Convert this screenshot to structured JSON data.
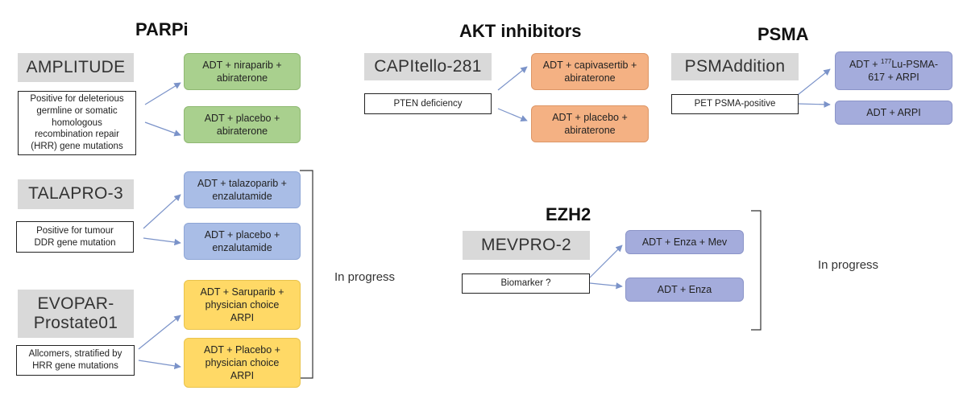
{
  "headings": {
    "parpi": "PARPi",
    "akt": "AKT inhibitors",
    "psma": "PSMA",
    "ezh2": "EZH2"
  },
  "parpi": {
    "amplitude": {
      "trial": "AMPLITUDE",
      "criteria": "Positive for deleterious\ngermline or somatic\nhomologous\nrecombination repair\n(HRR) gene mutations",
      "arm1": "ADT + niraparib +\nabiraterone",
      "arm2": "ADT + placebo +\nabiraterone"
    },
    "talapro": {
      "trial": "TALAPRO-3",
      "criteria": "Positive for tumour\nDDR gene mutation",
      "arm1": "ADT + talazoparib +\nenzalutamide",
      "arm2": "ADT + placebo +\nenzalutamide"
    },
    "evopar": {
      "trial": "EVOPAR-\nProstate01",
      "criteria": "Allcomers, stratified by\nHRR gene mutations",
      "arm1": "ADT + Saruparib +\nphysician choice\nARPI",
      "arm2": "ADT + Placebo +\nphysician choice\nARPI"
    },
    "status": "In progress"
  },
  "akt": {
    "trial": "CAPItello-281",
    "criteria": "PTEN deficiency",
    "arm1": "ADT + capivasertib +\nabiraterone",
    "arm2": "ADT + placebo +\nabiraterone"
  },
  "psma": {
    "trial": "PSMAddition",
    "criteria": "PET PSMA-positive",
    "arm1_prefix": "ADT + ",
    "arm1_sup": "177",
    "arm1_rest": "Lu-PSMA-\n617 + ARPI",
    "arm2": "ADT + ARPI"
  },
  "ezh2": {
    "trial": "MEVPRO-2",
    "criteria": "Biomarker ?",
    "arm1": "ADT + Enza + Mev",
    "arm2": "ADT + Enza",
    "status": "In progress"
  },
  "colors": {
    "arrow": "#7b93c9",
    "green": "#a9d08e",
    "blue": "#a9bde6",
    "yellow": "#ffd966",
    "orange": "#f4b183",
    "purple": "#a4acdc"
  }
}
